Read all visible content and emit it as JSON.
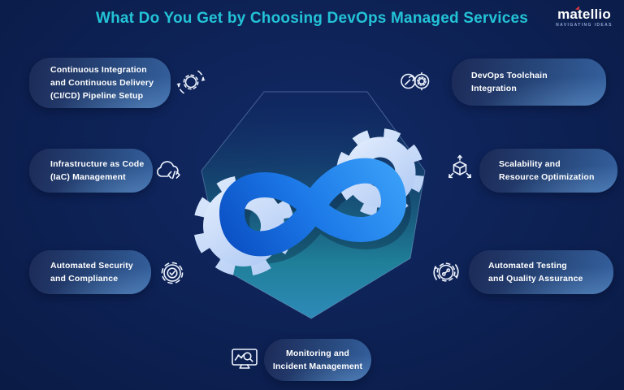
{
  "header": {
    "title": "What Do You Get by Choosing DevOps Managed Services",
    "logo": {
      "name": "matellio",
      "tagline": "NAVIGATING IDEAS"
    }
  },
  "benefits": [
    {
      "icon": "cicd-cycle-gear-icon",
      "side": "left",
      "lines": [
        "Continuous Integration",
        "and Continuous Delivery",
        "(CI/CD) Pipeline Setup"
      ]
    },
    {
      "icon": "cloud-code-icon",
      "side": "left",
      "lines": [
        "Infrastructure as Code",
        "(IaC) Management"
      ]
    },
    {
      "icon": "security-gear-icon",
      "side": "left",
      "lines": [
        "Automated Security",
        "and Compliance"
      ]
    },
    {
      "icon": "toolchain-icon",
      "side": "right",
      "lines": [
        "DevOps Toolchain",
        "Integration"
      ]
    },
    {
      "icon": "scalability-cube-icon",
      "side": "right",
      "lines": [
        "Scalability and",
        "Resource Optimization"
      ]
    },
    {
      "icon": "testing-gear-icon",
      "side": "right",
      "lines": [
        "Automated Testing",
        "and Quality Assurance"
      ]
    },
    {
      "icon": "monitoring-icon",
      "side": "bottom",
      "lines": [
        "Monitoring and",
        "Incident Management"
      ]
    }
  ],
  "colors": {
    "background": "#0d2154",
    "title_accent": "#23c3d7",
    "pill_dark": "#1c2a57",
    "pill_light": "#35619e",
    "ribbon_blue_dark": "#0a4fc4",
    "ribbon_blue_light": "#3aa0f8",
    "gear_light_blue": "#c9dcfa",
    "hexagon_teal": "#1f7f98",
    "hexagon_tip_blue": "#2e8ab8",
    "logo_accent_red": "#e23b3b",
    "text_white": "#ffffff"
  }
}
